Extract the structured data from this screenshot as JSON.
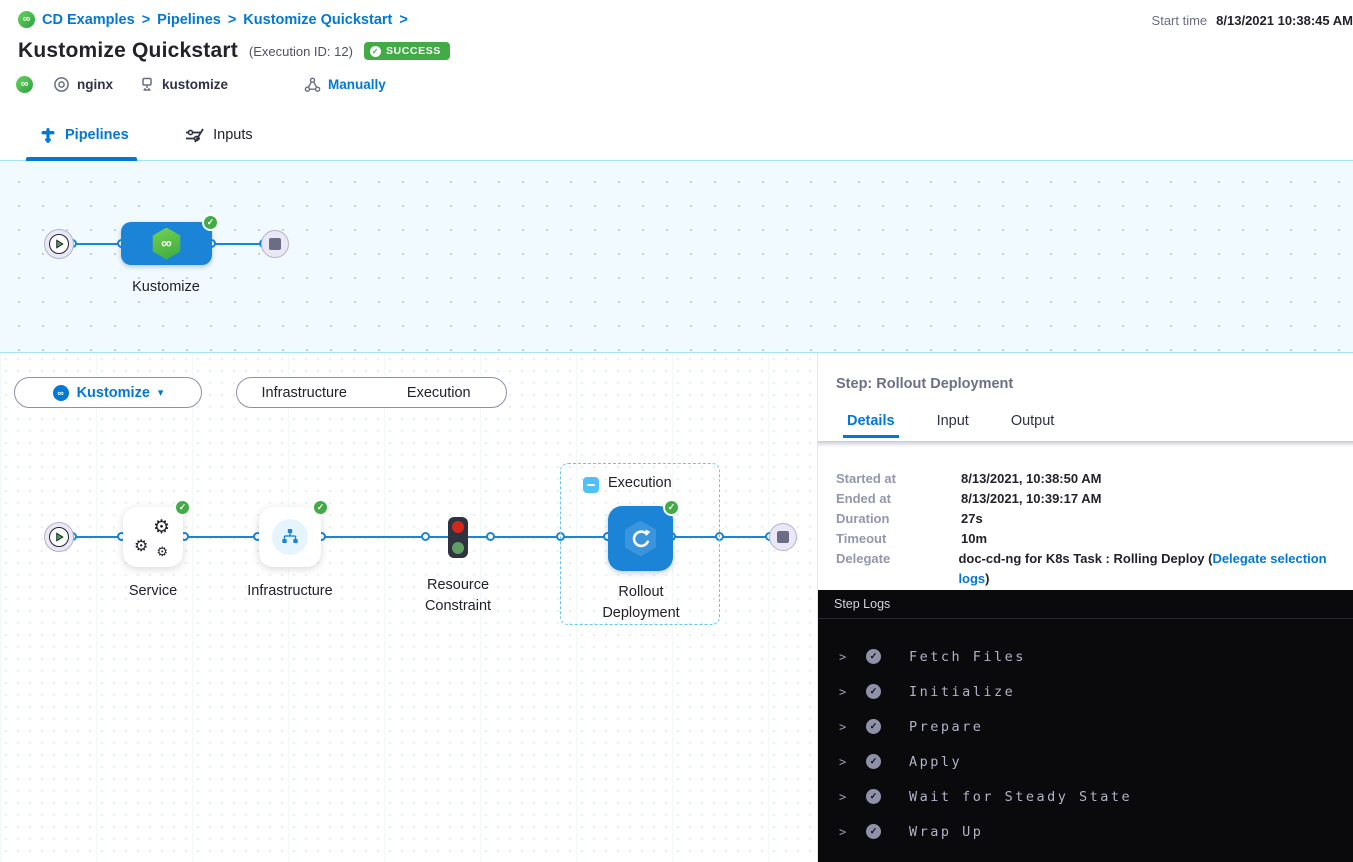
{
  "breadcrumb": {
    "items": [
      "CD Examples",
      "Pipelines",
      "Kustomize Quickstart"
    ],
    "separator": ">"
  },
  "header": {
    "start_time_label": "Start time",
    "start_time_value": "8/13/2021 10:38:45 AM",
    "title": "Kustomize Quickstart",
    "execution_id": "(Execution ID: 12)",
    "status_badge": "SUCCESS",
    "service_name": "nginx",
    "environment_name": "kustomize",
    "trigger_type": "Manually"
  },
  "tabs": {
    "pipelines": "Pipelines",
    "inputs": "Inputs"
  },
  "pipeline_canvas": {
    "stage_name": "Kustomize"
  },
  "execution_canvas": {
    "stage_selector": "Kustomize",
    "view_toggle": {
      "infrastructure": "Infrastructure",
      "execution": "Execution"
    },
    "group_label": "Execution",
    "nodes": {
      "service": "Service",
      "infrastructure": "Infrastructure",
      "resource_constraint": "Resource Constraint",
      "rollout": "Rollout Deployment"
    }
  },
  "step_panel": {
    "title": "Step: Rollout Deployment",
    "tabs": [
      "Details",
      "Input",
      "Output"
    ],
    "details": [
      {
        "label": "Started at",
        "value": "8/13/2021, 10:38:50 AM"
      },
      {
        "label": "Ended at",
        "value": "8/13/2021, 10:39:17 AM"
      },
      {
        "label": "Duration",
        "value": "27s"
      },
      {
        "label": "Timeout",
        "value": "10m"
      }
    ],
    "delegate": {
      "label": "Delegate",
      "value_prefix": "doc-cd-ng for K8s Task : Rolling Deploy (",
      "link": "Delegate selection logs",
      "value_suffix": ")"
    }
  },
  "step_logs": {
    "title": "Step Logs",
    "entries": [
      "Fetch Files",
      "Initialize",
      "Prepare",
      "Apply",
      "Wait for Steady State",
      "Wrap Up"
    ]
  },
  "icons": {
    "infinity": "∞",
    "caret_down": "▾",
    "check": "✓",
    "chevron_right": "›",
    "crumb_sep": ">",
    "gear": "⚙",
    "log_chevron": ">"
  },
  "colors": {
    "primary_blue": "#0278d5",
    "node_blue": "#1b84d7",
    "success_green": "#42ab45",
    "log_background": "#0a0a0d"
  }
}
